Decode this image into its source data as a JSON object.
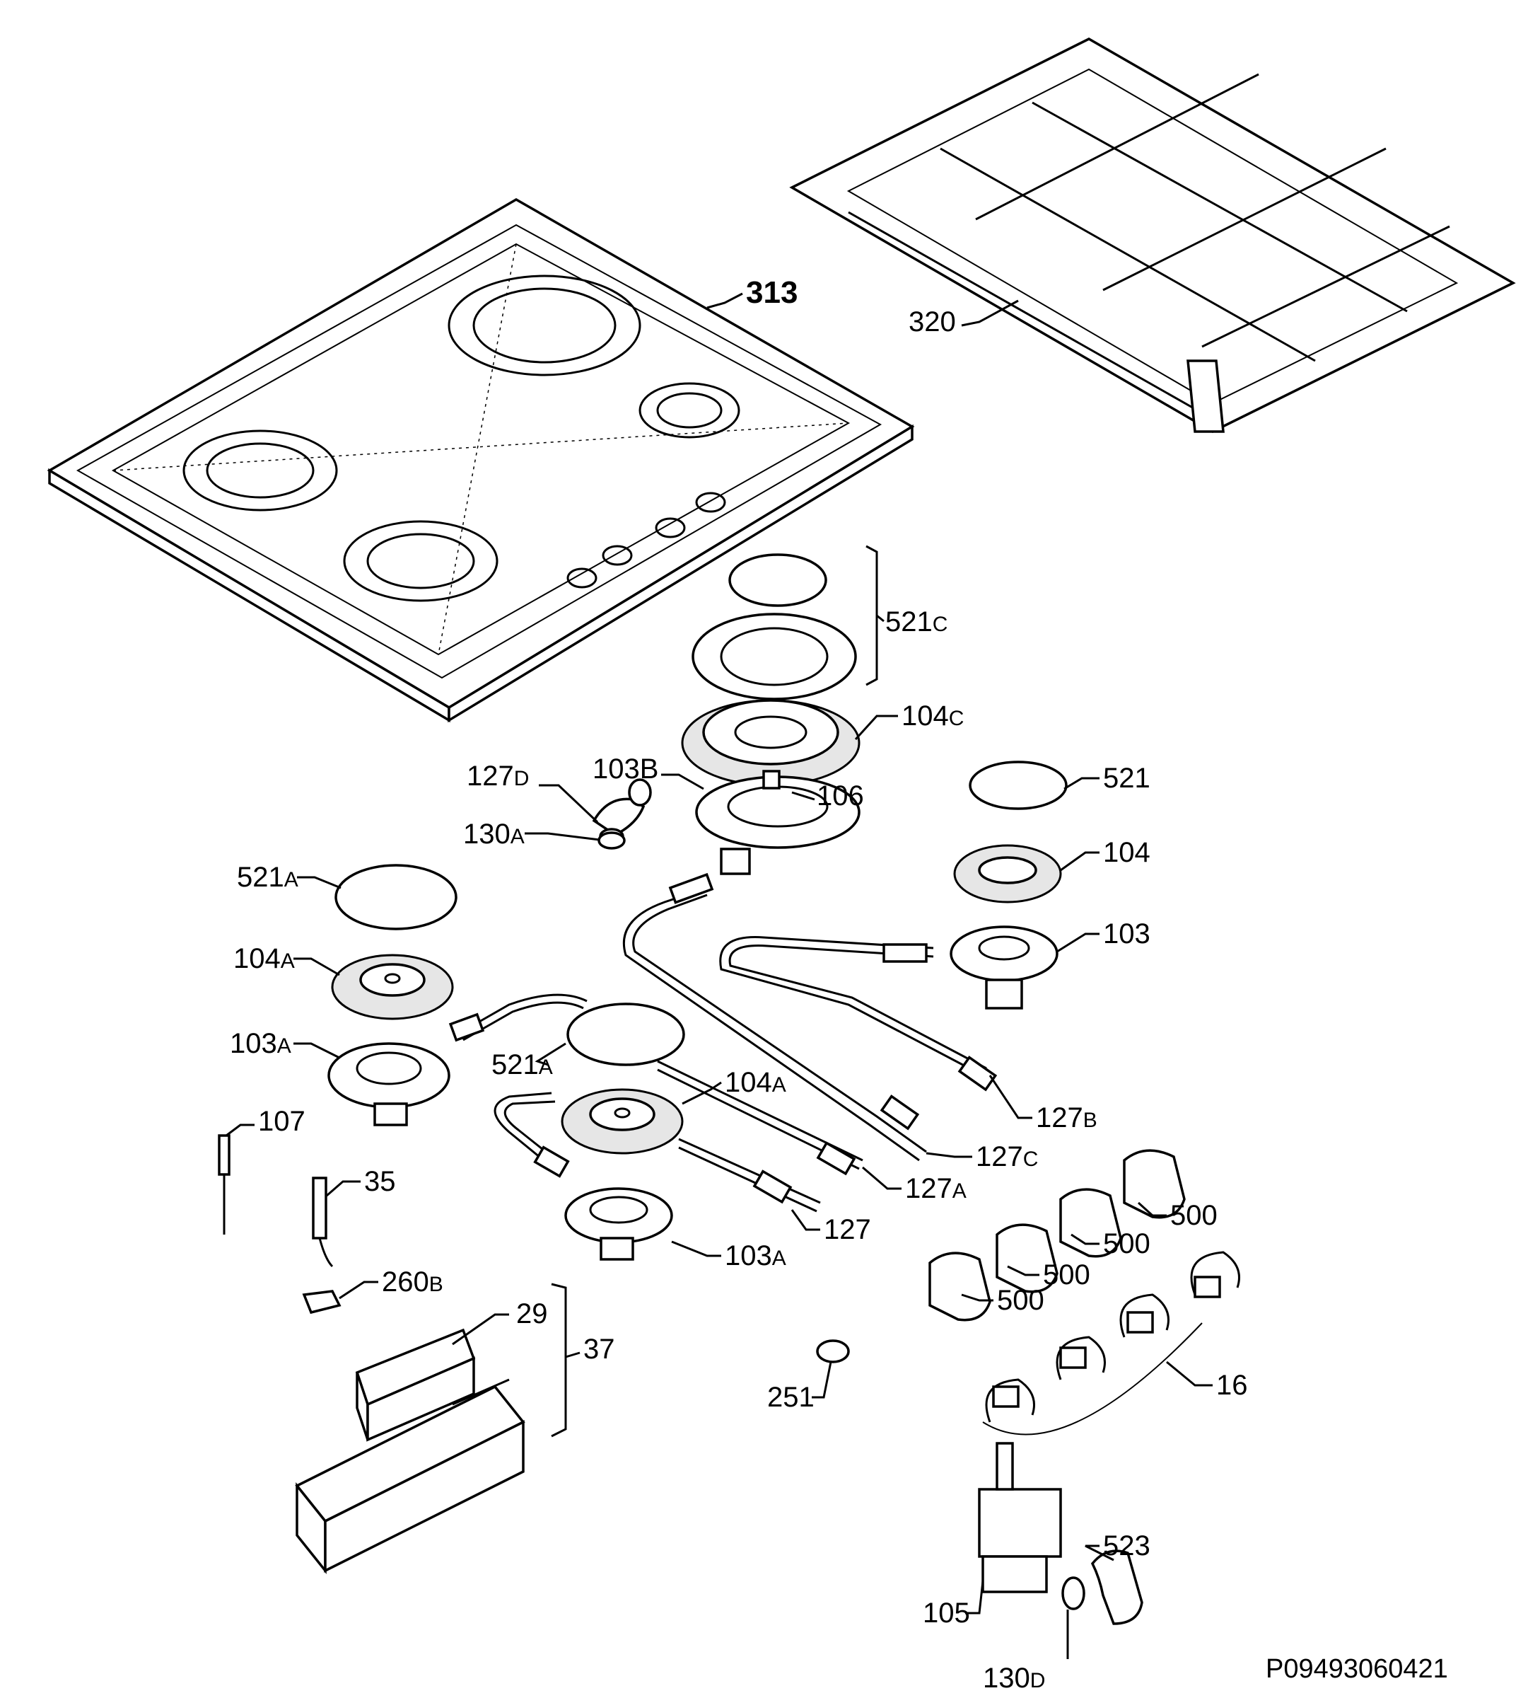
{
  "diagram": {
    "labels": [
      {
        "id": "313",
        "main": "313",
        "suffix": ""
      },
      {
        "id": "320",
        "main": "320",
        "suffix": ""
      },
      {
        "id": "521c",
        "main": "521",
        "suffix": "C"
      },
      {
        "id": "104c",
        "main": "104",
        "suffix": "C"
      },
      {
        "id": "127d",
        "main": "127",
        "suffix": "D"
      },
      {
        "id": "103b",
        "main": "103B",
        "suffix": ""
      },
      {
        "id": "106",
        "main": "106",
        "suffix": ""
      },
      {
        "id": "130a",
        "main": "130",
        "suffix": "A"
      },
      {
        "id": "521",
        "main": "521",
        "suffix": ""
      },
      {
        "id": "104",
        "main": "104",
        "suffix": ""
      },
      {
        "id": "521a-1",
        "main": "521",
        "suffix": "A"
      },
      {
        "id": "104a-1",
        "main": "104",
        "suffix": "A"
      },
      {
        "id": "103",
        "main": "103",
        "suffix": ""
      },
      {
        "id": "103a-1",
        "main": "103",
        "suffix": "A"
      },
      {
        "id": "521a-2",
        "main": "521",
        "suffix": "A"
      },
      {
        "id": "104a-2",
        "main": "104",
        "suffix": "A"
      },
      {
        "id": "127b",
        "main": "127",
        "suffix": "B"
      },
      {
        "id": "107",
        "main": "107",
        "suffix": ""
      },
      {
        "id": "127c",
        "main": "127",
        "suffix": "C"
      },
      {
        "id": "35",
        "main": "35",
        "suffix": ""
      },
      {
        "id": "127a",
        "main": "127",
        "suffix": "A"
      },
      {
        "id": "500-1",
        "main": "500",
        "suffix": ""
      },
      {
        "id": "127",
        "main": "127",
        "suffix": ""
      },
      {
        "id": "500-2",
        "main": "500",
        "suffix": ""
      },
      {
        "id": "103a-2",
        "main": "103",
        "suffix": "A"
      },
      {
        "id": "500-3",
        "main": "500",
        "suffix": ""
      },
      {
        "id": "260b",
        "main": "260",
        "suffix": "B"
      },
      {
        "id": "500-4",
        "main": "500",
        "suffix": ""
      },
      {
        "id": "29",
        "main": "29",
        "suffix": ""
      },
      {
        "id": "37",
        "main": "37",
        "suffix": ""
      },
      {
        "id": "16",
        "main": "16",
        "suffix": ""
      },
      {
        "id": "251",
        "main": "251",
        "suffix": ""
      },
      {
        "id": "523",
        "main": "523",
        "suffix": ""
      },
      {
        "id": "105",
        "main": "105",
        "suffix": ""
      },
      {
        "id": "130d",
        "main": "130",
        "suffix": "D"
      }
    ],
    "document_code": "P09493060421"
  }
}
